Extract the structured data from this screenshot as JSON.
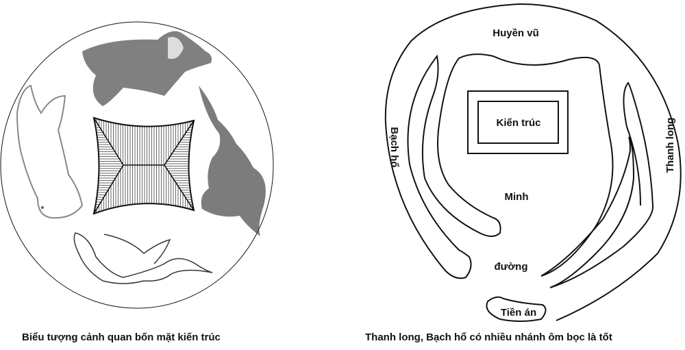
{
  "left_figure": {
    "caption": "Biểu tượng cảnh quan bốn mặt  kiến trúc",
    "symbols": [
      "turtle",
      "dragon",
      "tiger",
      "phoenix"
    ],
    "center": "roof-plan"
  },
  "right_figure": {
    "caption": "Thanh long, Bạch hổ có nhiều nhánh ôm bọc là tốt",
    "labels": {
      "top": "Huyền vũ",
      "left": "Bạch hổ",
      "right": "Thanh long",
      "center": "Kiến trúc",
      "minh": "Minh",
      "duong": "đường",
      "front": "Tiền án"
    }
  }
}
